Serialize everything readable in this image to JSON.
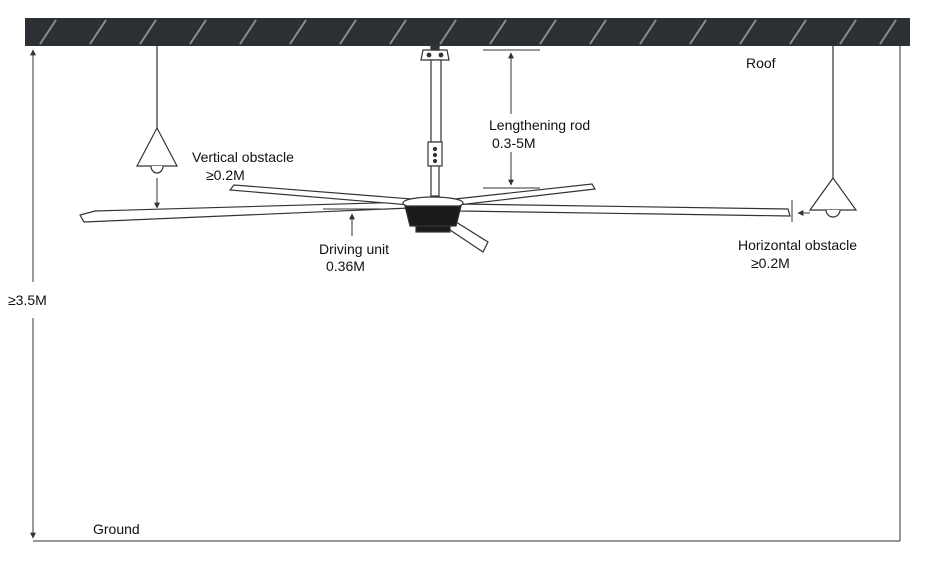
{
  "labels": {
    "roof": "Roof",
    "ground": "Ground",
    "min_height": "≥3.5M",
    "vertical_obstacle": "Vertical obstacle",
    "vertical_obstacle_value": "≥0.2M",
    "lengthening_rod": "Lengthening rod",
    "lengthening_rod_value": "0.3-5M",
    "driving_unit": "Driving unit",
    "driving_unit_value": "0.36M",
    "horizontal_obstacle": "Horizontal obstacle",
    "horizontal_obstacle_value": "≥0.2M"
  },
  "colors": {
    "roof": "#2c2f34",
    "line": "#333333",
    "motor": "#1a1a1a"
  }
}
